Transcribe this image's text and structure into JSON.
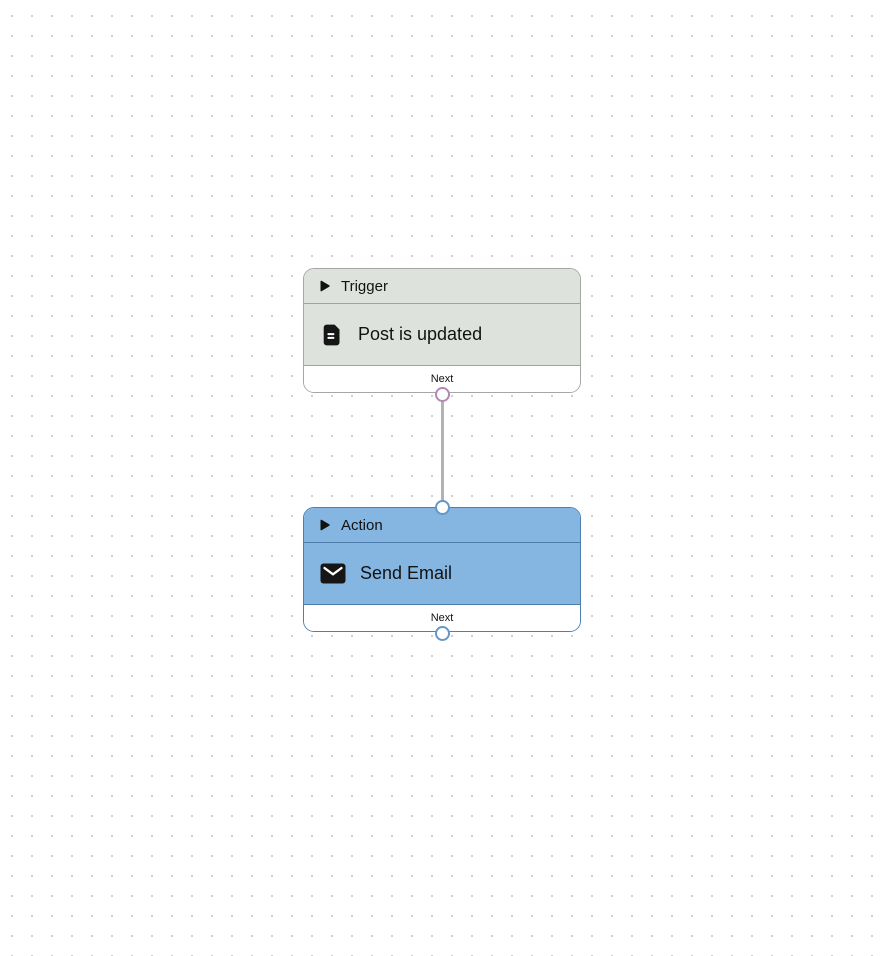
{
  "canvas": {
    "background_color": "#ffffff",
    "dot_color": "#cfcfcf"
  },
  "nodes": [
    {
      "kind": "trigger",
      "header_label": "Trigger",
      "title": "Post is updated",
      "footer_label": "Next",
      "icon": "document-icon",
      "colors": {
        "fill": "#dde3dc",
        "border": "#a4a7a4",
        "divider": "#a0a3a0",
        "port": "#b18ab1"
      }
    },
    {
      "kind": "action",
      "header_label": "Action",
      "title": "Send Email",
      "footer_label": "Next",
      "icon": "email-icon",
      "colors": {
        "fill": "#85b6e1",
        "border": "#4d80b0",
        "divider": "#4d7dab",
        "port": "#6397c9"
      }
    }
  ],
  "connector": {
    "color": "#b4b1b4"
  }
}
